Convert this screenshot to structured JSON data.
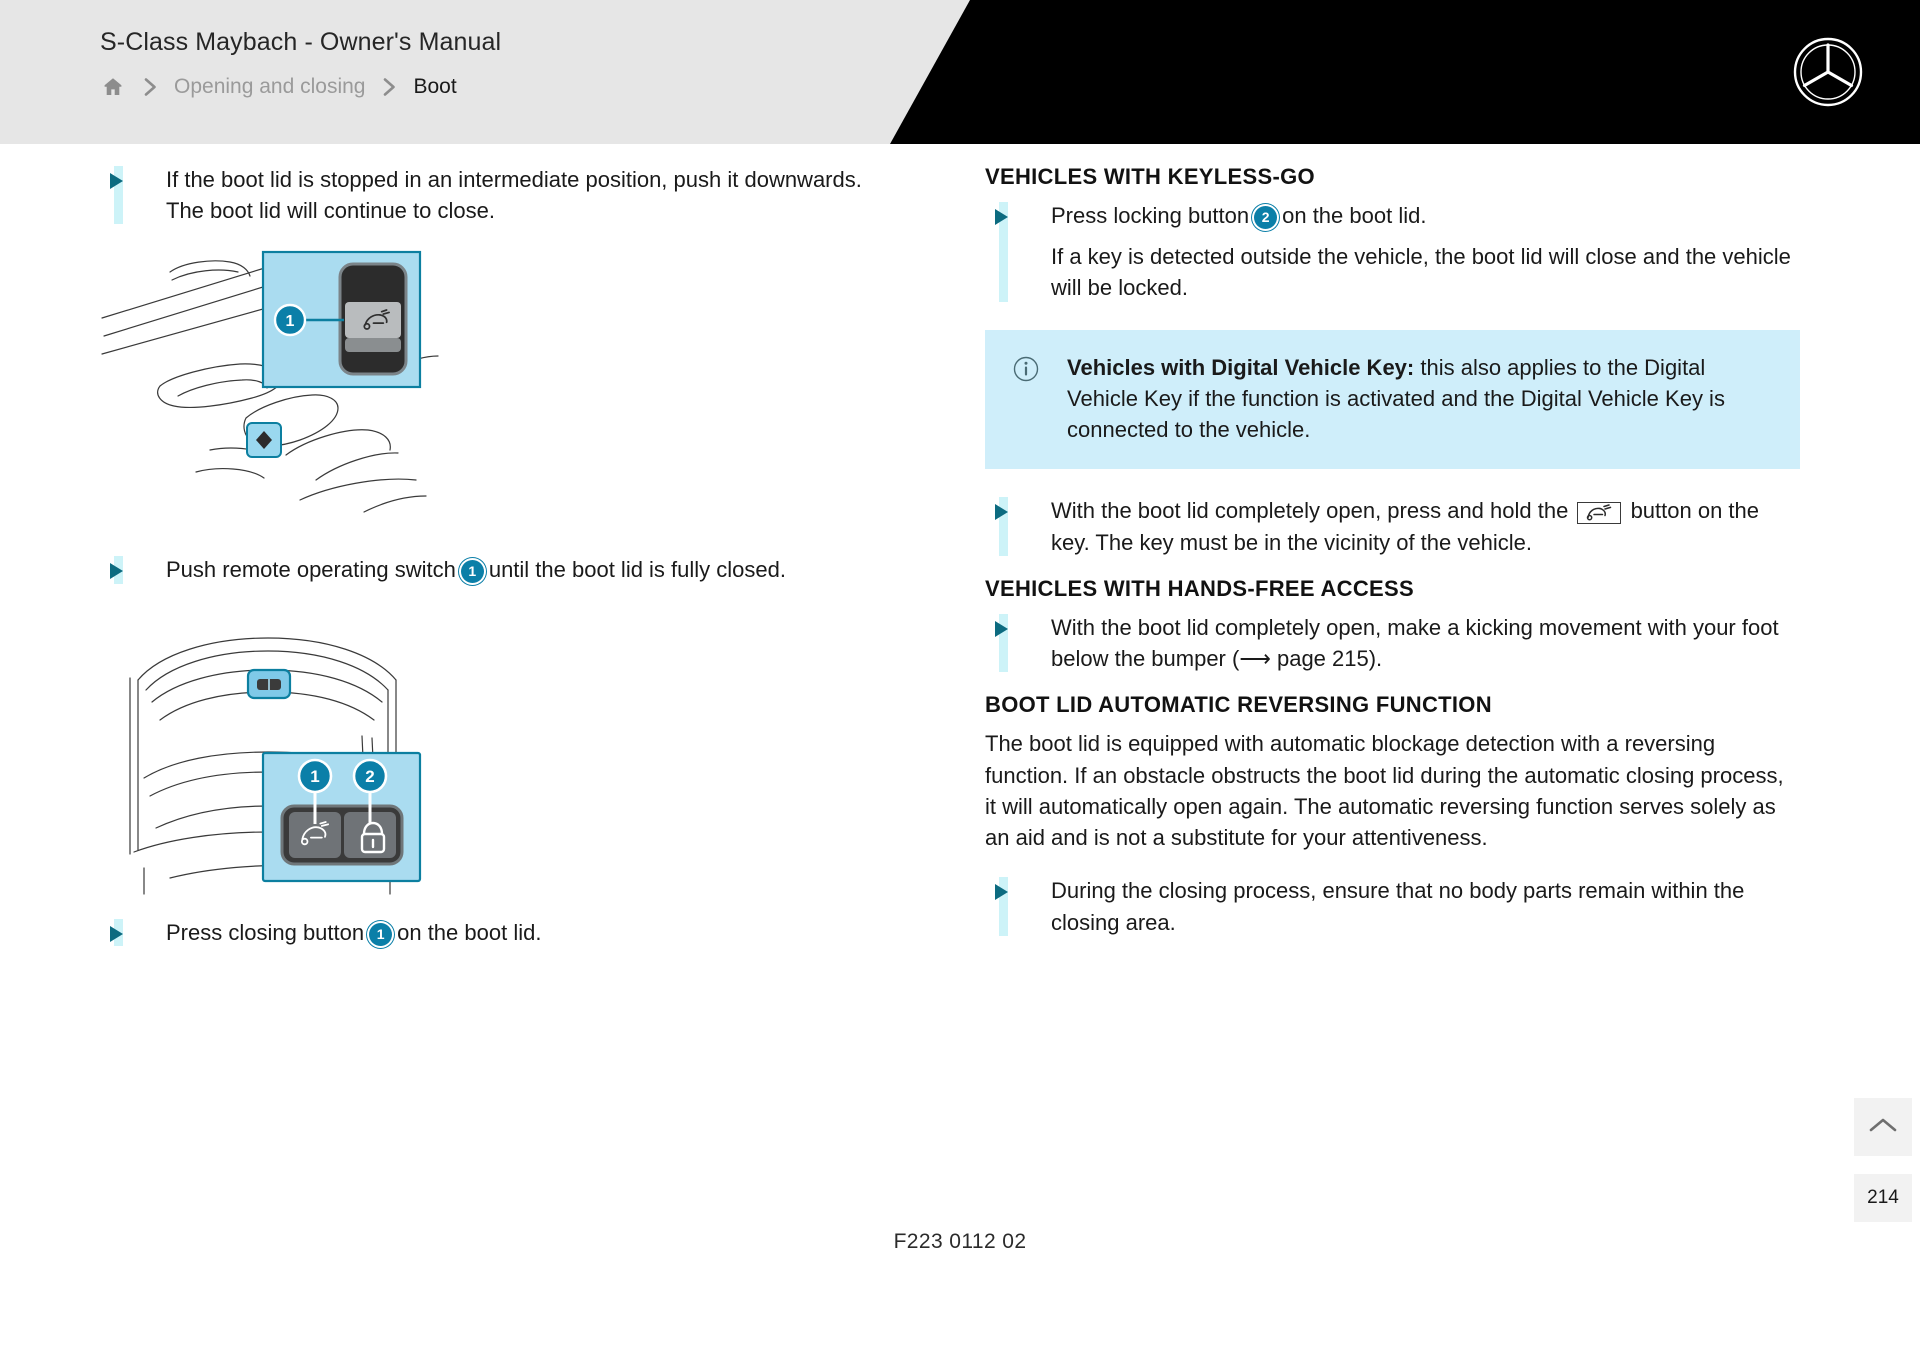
{
  "header": {
    "manual_title": "S-Class Maybach - Owner's Manual",
    "home_icon": "home-icon",
    "separator": "chevron-right-icon",
    "breadcrumb": [
      {
        "label": "Opening and closing",
        "current": false
      },
      {
        "label": "Boot",
        "current": true
      }
    ],
    "brand_logo": "mercedes-star-logo",
    "colors": {
      "bar_background": "#e6e6e6",
      "accent_panel": "#000000"
    }
  },
  "left_column": {
    "bullet_1": {
      "line1": "If the boot lid is stopped in an intermediate position, push it downwards.",
      "line2": "The boot lid will continue to close."
    },
    "figure_1": {
      "name": "door-panel-remote-operating-switch",
      "callout_label": "1",
      "button_icon": "boot-lid-close-icon"
    },
    "bullet_2_parts": {
      "before": "Push remote operating switch",
      "number": "1",
      "after": "until the boot lid is fully closed."
    },
    "figure_2": {
      "name": "boot-lid-closing-and-locking-buttons",
      "callout_label_1": "1",
      "callout_label_2": "2",
      "button_1_icon": "boot-lid-close-icon",
      "button_2_icon": "lock-icon"
    },
    "bullet_3_parts": {
      "before": "Press closing button",
      "number": "1",
      "after": "on the boot lid."
    }
  },
  "right_column": {
    "heading_keyless": "VEHICLES WITH KEYLESS-GO",
    "keyless_bullet": {
      "before": "Press locking button",
      "number": "2",
      "after": "on the boot lid.",
      "sub": "If a key is detected outside the vehicle, the boot lid will close and the vehicle will be locked."
    },
    "note_box": {
      "icon": "info-icon",
      "bold_lead": "Vehicles with Digital Vehicle Key:",
      "body": " this also applies to the Digital Vehicle Key if the function is activated and the Digital Vehicle Key is connected to the vehicle.",
      "background": "#cfeefa"
    },
    "key_button_bullet": {
      "before": "With the boot lid completely open, press and hold the",
      "icon": "boot-lid-key-button-icon",
      "after": "button on the key. The key must be in the vicinity of the vehicle."
    },
    "heading_handsfree": "VEHICLES WITH HANDS-FREE ACCESS",
    "handsfree_bullet": "With the boot lid completely open, make a kicking movement with your foot below the bumper (⟶ page 215).",
    "heading_reversing": "BOOT LID AUTOMATIC REVERSING FUNCTION",
    "reversing_paragraph": "The boot lid is equipped with automatic blockage detection with a reversing function. If an obstacle obstructs the boot lid during the automatic closing process, it will automatically open again. The automatic reversing function serves solely as an aid and is not a substitute for your attentiveness.",
    "reversing_bullet": "During the closing process, ensure that no body parts remain within the closing area."
  },
  "footer": {
    "figure_code": "F223 0112 02"
  },
  "controls": {
    "scroll_top_icon": "chevron-up-icon",
    "page_number": "214"
  },
  "colors": {
    "accent_teal": "#0c6b80",
    "badge_blue": "#0b7fa8",
    "bullet_bar": "#cdf3f8",
    "note_bg": "#cfeefa",
    "callout_bg": "#aadcf0"
  }
}
